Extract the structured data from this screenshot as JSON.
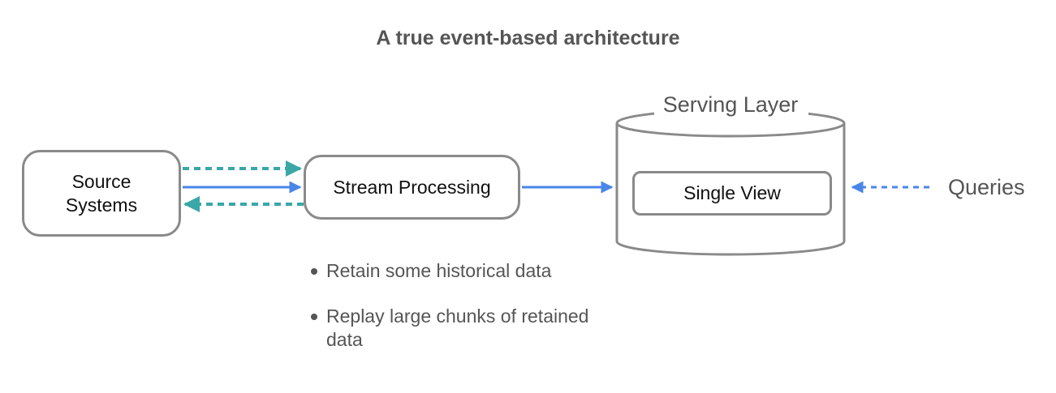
{
  "title": "A true event-based architecture",
  "nodes": {
    "source_systems": "Source\nSystems",
    "stream_processing": "Stream Processing",
    "serving_layer": "Serving Layer",
    "single_view": "Single View",
    "queries": "Queries"
  },
  "bullets": [
    "Retain some historical data",
    "Replay large chunks of retained data"
  ],
  "colors": {
    "solid_arrow": "#4a86e8",
    "dashed_teal_arrow": "#3aa7a7",
    "dashed_blue_arrow": "#4a86e8",
    "border": "#8a8a8a",
    "text": "#555555"
  }
}
